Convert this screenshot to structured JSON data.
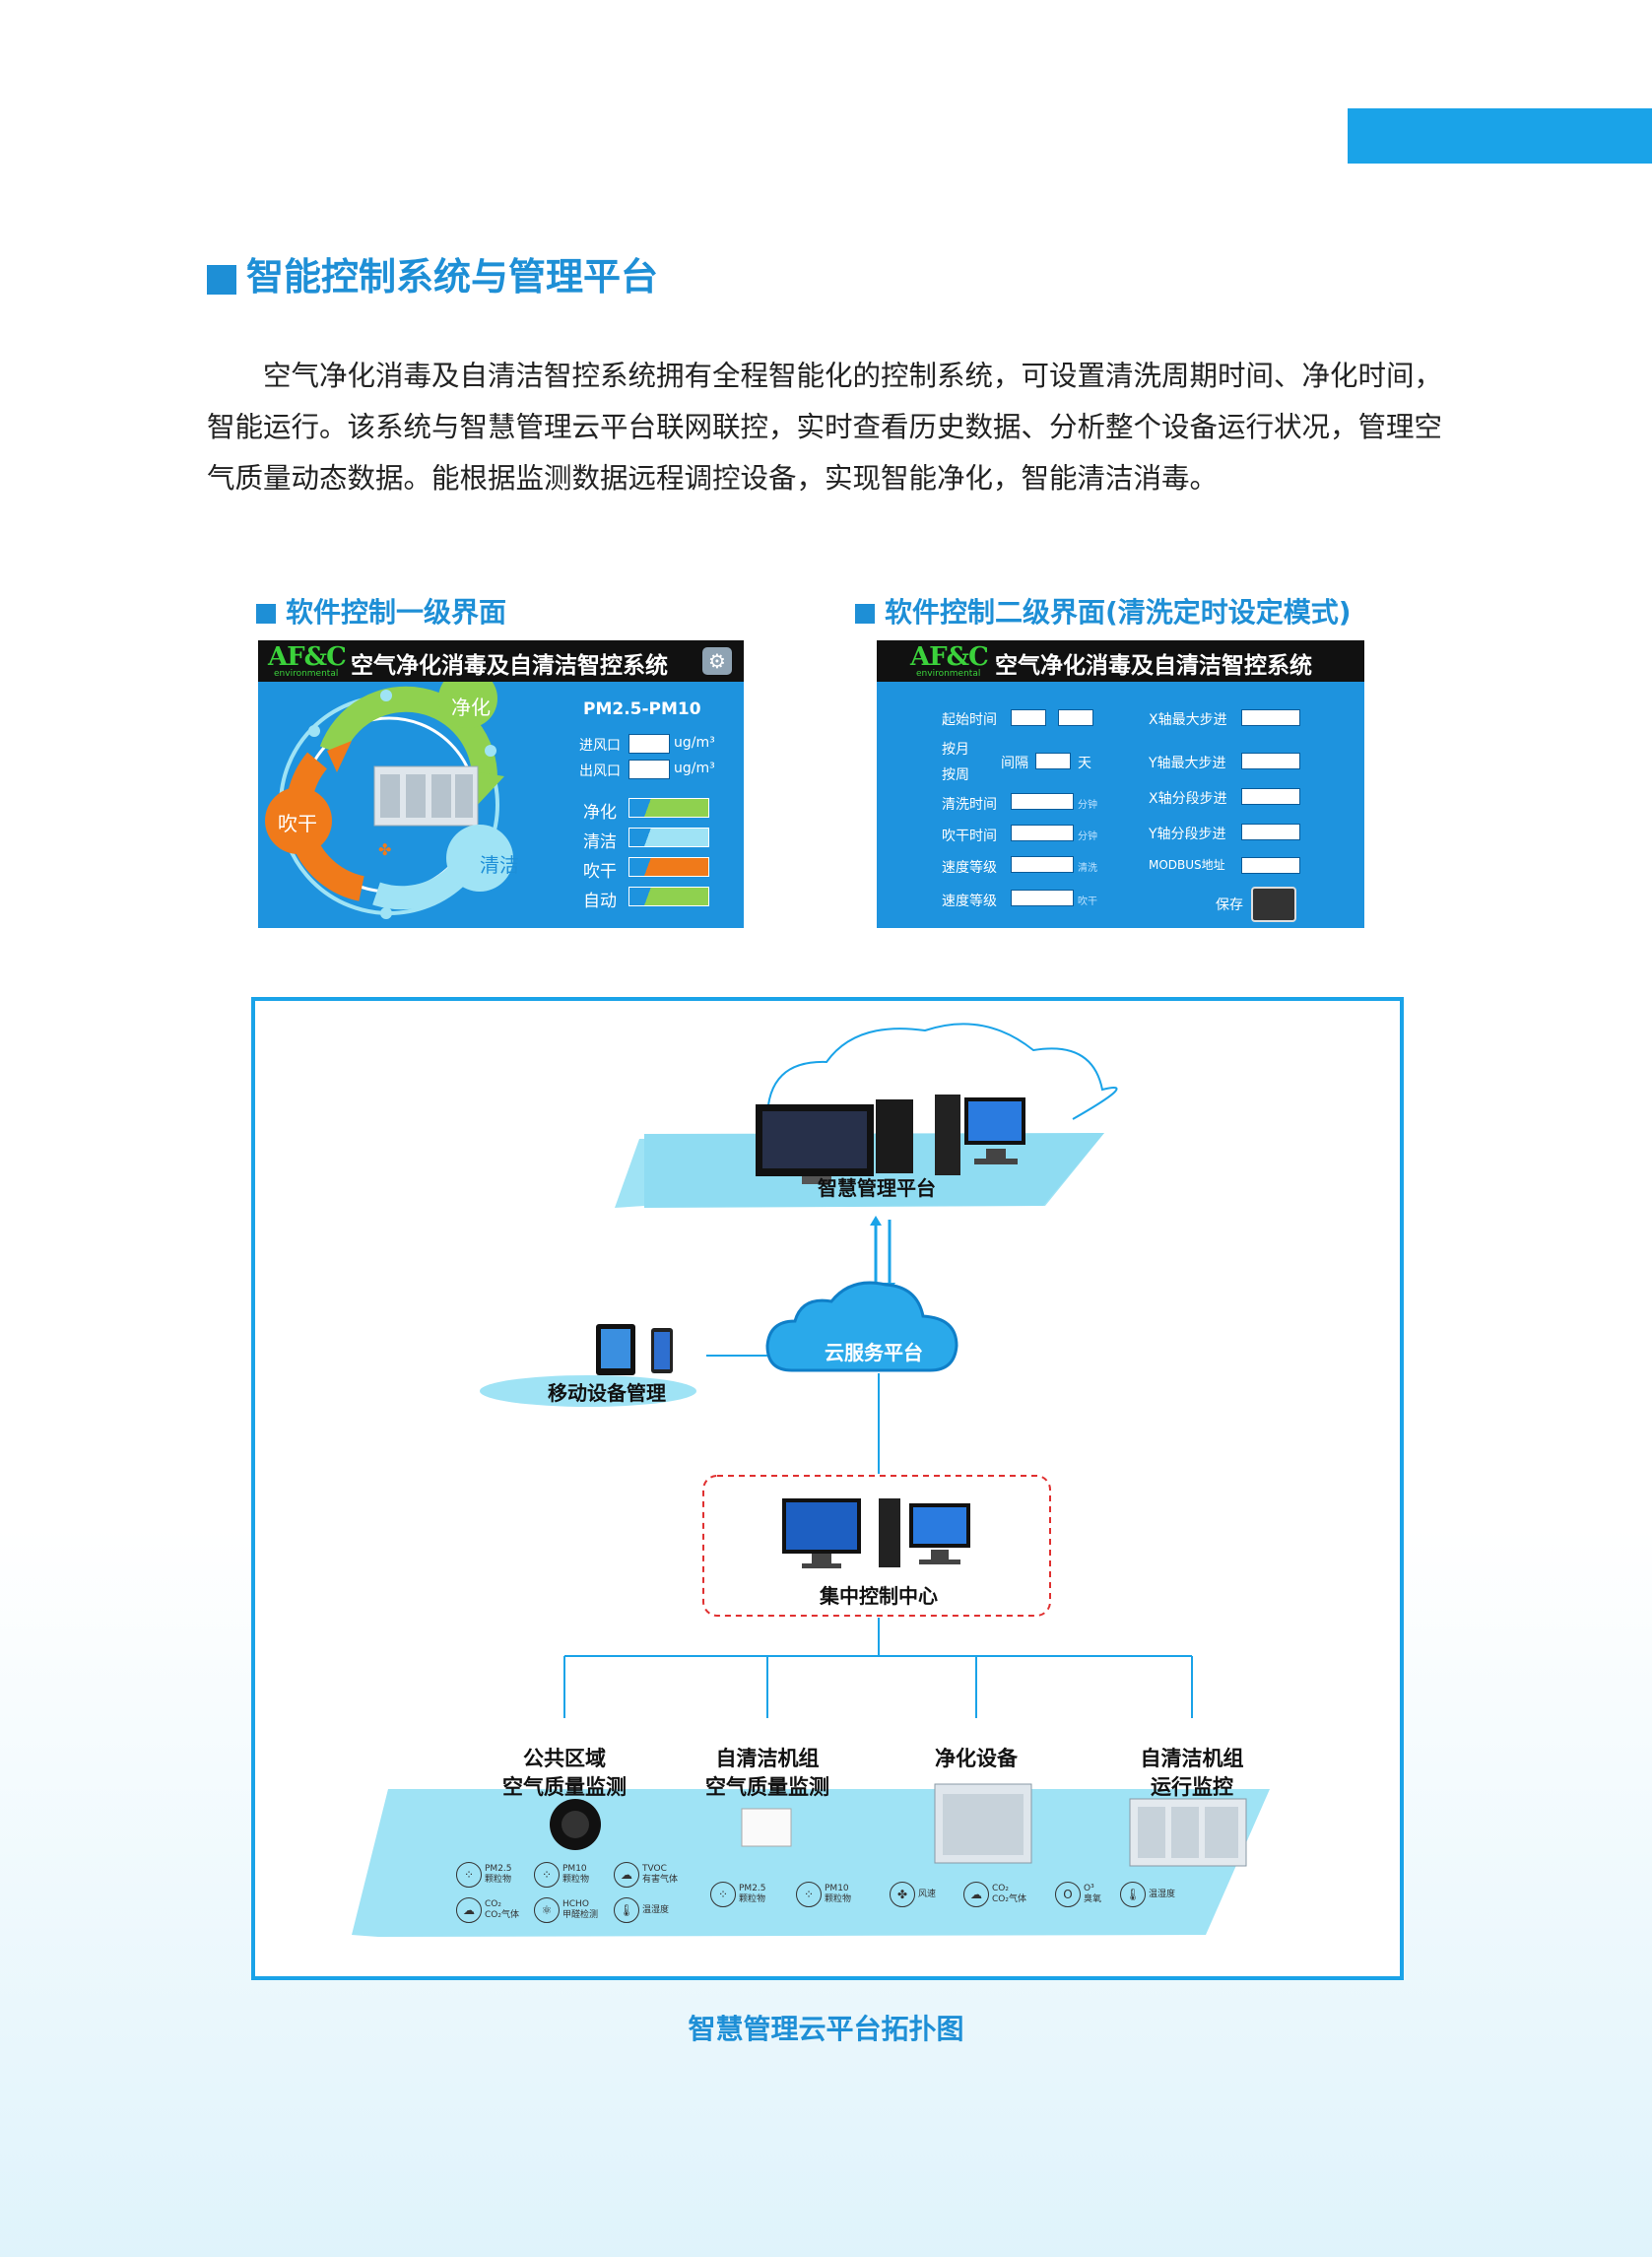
{
  "header": {
    "section_title": "智能控制系统与管理平台"
  },
  "intro": {
    "p1": "空气净化消毒及自清洁智控系统拥有全程智能化的控制系统，可设置清洗周期时间、净化时间，智能运行。该系统与智慧管理云平台联网联控，实时查看历史数据、分析整个设备运行状况，管理空气质量动态数据。能根据监测数据远程调控设备，实现智能净化，智能清洁消毒。"
  },
  "panel1": {
    "heading": "软件控制一级界面",
    "logo": "AF&C",
    "logo_sub": "environmental",
    "title": "空气净化消毒及自清洁智控系统",
    "pm_label": "PM2.5-PM10",
    "inlet": "进风口",
    "outlet": "出风口",
    "unit": "ug/m³",
    "cycle": {
      "purify": "净化",
      "clean": "清洁",
      "dry": "吹干"
    },
    "modes": [
      {
        "label": "净化",
        "color": "#8fd14f"
      },
      {
        "label": "清洁",
        "color": "#9fe3f5"
      },
      {
        "label": "吹干",
        "color": "#f07a1a"
      },
      {
        "label": "自动",
        "color": "#8fd14f"
      }
    ],
    "gear_icon": "gear-icon"
  },
  "panel2": {
    "heading": "软件控制二级界面(清洗定时设定模式)",
    "logo": "AF&C",
    "logo_sub": "environmental",
    "title": "空气净化消毒及自清洁智控系统",
    "start_time": "起始时间",
    "by_month": "按月",
    "by_week": "按周",
    "interval": "间隔",
    "day": "天",
    "clean_time": "清洗时间",
    "dry_time": "吹干时间",
    "minute": "分钟",
    "speed1": "速度等级",
    "speed1_unit": "清洗",
    "speed2": "速度等级",
    "speed2_unit": "吹干",
    "x_max": "X轴最大步进",
    "y_max": "Y轴最大步进",
    "x_seg": "X轴分段步进",
    "y_seg": "Y轴分段步进",
    "modbus": "MODBUS地址",
    "save": "保存"
  },
  "diagram": {
    "platform": "智慧管理平台",
    "cloud": "云服务平台",
    "mobile": "移动设备管理",
    "center": "集中控制中心",
    "devices": [
      {
        "line1": "公共区域",
        "line2": "空气质量监测"
      },
      {
        "line1": "自清洁机组",
        "line2": "空气质量监测"
      },
      {
        "line1": "净化设备",
        "line2": ""
      },
      {
        "line1": "自清洁机组",
        "line2": "运行监控"
      }
    ],
    "sensors": [
      {
        "a": "PM2.5",
        "b": "颗粒物",
        "icon": "particle-icon"
      },
      {
        "a": "PM10",
        "b": "颗粒物",
        "icon": "particle-icon"
      },
      {
        "a": "TVOC",
        "b": "有害气体",
        "icon": "cloud-icon"
      },
      {
        "a": "CO₂",
        "b": "CO₂气体",
        "icon": "cloud-icon"
      },
      {
        "a": "HCHO",
        "b": "甲醛检测",
        "icon": "molecule-icon"
      },
      {
        "a": "温湿度",
        "b": "",
        "icon": "thermometer-icon"
      },
      {
        "a": "PM2.5",
        "b": "颗粒物",
        "icon": "particle-icon"
      },
      {
        "a": "PM10",
        "b": "颗粒物",
        "icon": "particle-icon"
      },
      {
        "a": "风速",
        "b": "",
        "icon": "fan-icon"
      },
      {
        "a": "CO₂",
        "b": "CO₂气体",
        "icon": "cloud-icon"
      },
      {
        "a": "O³",
        "b": "臭氧",
        "icon": "ozone-icon"
      },
      {
        "a": "温湿度",
        "b": "",
        "icon": "thermometer-icon"
      }
    ],
    "caption": "智慧管理云平台拓扑图"
  }
}
